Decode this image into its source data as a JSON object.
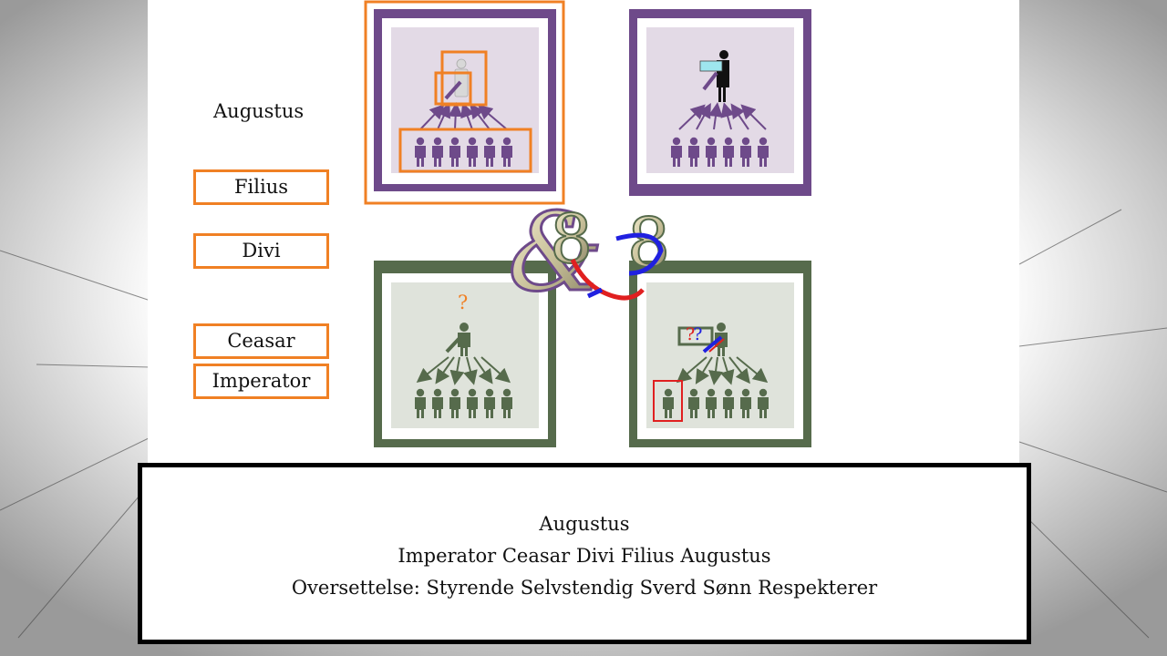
{
  "labels": {
    "augustus": "Augustus",
    "filius": "Filius",
    "divi": "Divi",
    "ceasar": "Ceasar",
    "imperator": "Imperator"
  },
  "panels": {
    "question_mark": "?",
    "double_question": "??"
  },
  "caption": {
    "line1": "Augustus",
    "line2": "Imperator Ceasar Divi Filius Augustus",
    "line3": "Oversettelse: Styrende Selvstendig Sverd Sønn Respekterer"
  },
  "colors": {
    "purple": "#6e4a8a",
    "purple_light": "#e3dae6",
    "green": "#566b4c",
    "green_light": "#dfe3db",
    "orange": "#f08024",
    "red": "#e02020",
    "blue": "#2020e0"
  }
}
